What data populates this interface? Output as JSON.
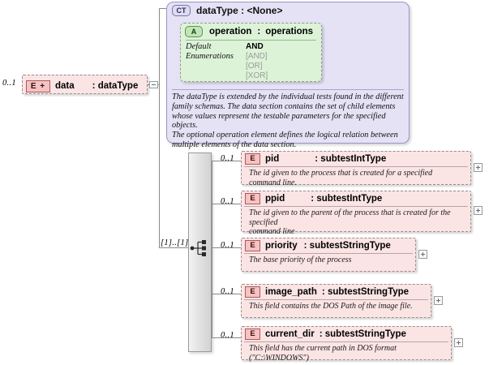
{
  "diagram": {
    "title": "XSD dataType element diagram",
    "colors": {
      "element_fill": "#fbe4e4",
      "element_border": "#9b8d8d",
      "complextype_fill": "#e4e2f4",
      "complextype_border": "#9a96c8",
      "attribute_fill": "#ddf3d8",
      "attribute_border": "#8f9a8f",
      "connector_line": "#8a8a8a",
      "compositor_fill": "#e3e3e3"
    }
  },
  "root_element": {
    "occurrence": "0..1",
    "icon": "element-plus-icon",
    "icon_label": "E",
    "icon_plus": "+",
    "name": "data",
    "separator": ":",
    "type": "dataType",
    "collapse_toggle": "collapse-box"
  },
  "complex_type": {
    "icon": "complextype-icon",
    "icon_label": "CT",
    "title": "dataType : <None>",
    "attribute": {
      "icon": "attribute-icon",
      "icon_label": "A",
      "name": "operation",
      "separator": ":",
      "type": "operations",
      "facets": [
        {
          "label": "Default",
          "value": "AND",
          "style": "default"
        },
        {
          "label": "Enumerations",
          "value": "[AND]",
          "style": "enum"
        },
        {
          "label": "",
          "value": "[OR]",
          "style": "enum"
        },
        {
          "label": "",
          "value": "[XOR]",
          "style": "enum"
        }
      ]
    },
    "documentation": "The dataType is extended by the individual tests found in the different\nfamily schemas.  The data section contains the set of child elements\nwhose values represent the testable parameters for the specified objects.\nThe optional operation element defines the logical relation between\nmultiple elements of the data section."
  },
  "compositor": {
    "kind": "all",
    "occurrence": "[1]..[1]",
    "icon": "all-compositor-icon"
  },
  "children": [
    {
      "occurrence": "0..1",
      "icon": "element-icon",
      "icon_label": "E",
      "name": "pid",
      "separator": ":",
      "type": "subtestIntType",
      "documentation": "The id given to the process that is created for a specified command line.",
      "expand": "+"
    },
    {
      "occurrence": "0..1",
      "icon": "element-icon",
      "icon_label": "E",
      "name": "ppid",
      "separator": ":",
      "type": "subtestIntType",
      "documentation": "The id given to the parent of the process that is created for the specified\ncommand line",
      "expand": "+"
    },
    {
      "occurrence": "0..1",
      "icon": "element-icon",
      "icon_label": "E",
      "name": "priority",
      "separator": ":",
      "type": "subtestStringType",
      "documentation": "The base priority of the process",
      "expand": "+"
    },
    {
      "occurrence": "0..1",
      "icon": "element-icon",
      "icon_label": "E",
      "name": "image_path",
      "separator": ":",
      "type": "subtestStringType",
      "documentation": "This field contains the DOS Path of the image file.",
      "expand": "+"
    },
    {
      "occurrence": "0..1",
      "icon": "element-icon",
      "icon_label": "E",
      "name": "current_dir",
      "separator": ":",
      "type": "subtestStringType",
      "documentation": "This field has the current path in DOS format (\"C:\\WINDOWS\")",
      "expand": "+"
    }
  ]
}
